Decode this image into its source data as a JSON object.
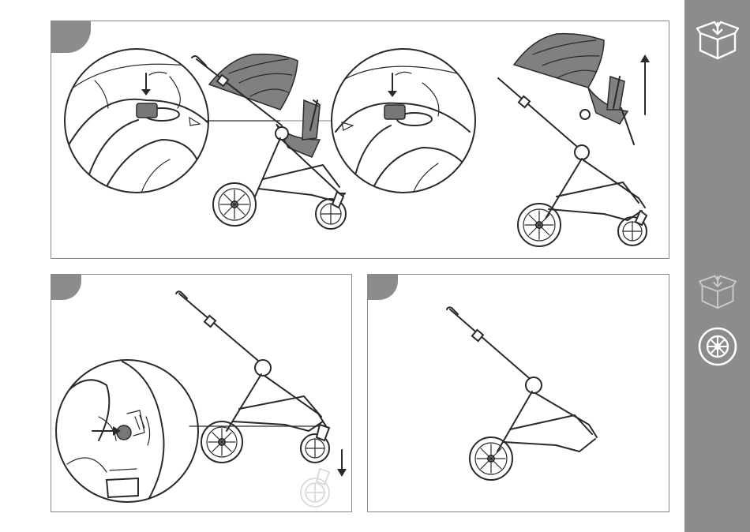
{
  "manual": {
    "sidebar_icons": [
      "box-icon",
      "box-icon-faded",
      "wheel-icon"
    ],
    "panels": [
      {
        "step": "",
        "content": "seat-removal-press-buttons-lift"
      },
      {
        "step": "",
        "content": "rear-wheel-release-button"
      },
      {
        "step": "",
        "content": "frame-without-wheels"
      }
    ],
    "colors": {
      "panel_border": "#8a8a8a",
      "sidebar": "#8c8c8c",
      "fabric": "#808080",
      "line": "#2a2a2a"
    }
  }
}
